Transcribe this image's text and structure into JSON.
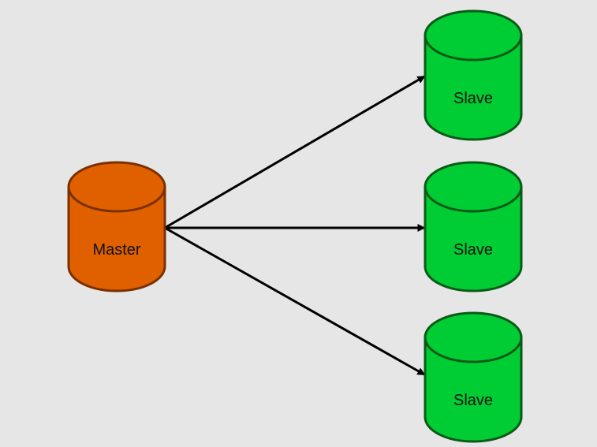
{
  "diagram": {
    "nodes": [
      {
        "id": "master",
        "label": "Master",
        "fill": "#e06000",
        "stroke": "#7a3000"
      },
      {
        "id": "slave-1",
        "label": "Slave",
        "fill": "#00cc33",
        "stroke": "#0a5a17"
      },
      {
        "id": "slave-2",
        "label": "Slave",
        "fill": "#00cc33",
        "stroke": "#0a5a17"
      },
      {
        "id": "slave-3",
        "label": "Slave",
        "fill": "#00cc33",
        "stroke": "#0a5a17"
      }
    ],
    "edges": [
      {
        "from": "master",
        "to": "slave-1"
      },
      {
        "from": "master",
        "to": "slave-2"
      },
      {
        "from": "master",
        "to": "slave-3"
      }
    ],
    "colors": {
      "background": "#e6e6e6",
      "edge": "#000000"
    }
  }
}
